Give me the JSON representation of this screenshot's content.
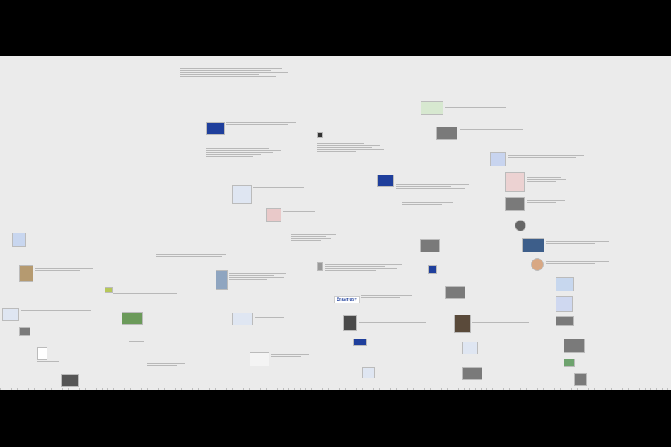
{
  "canvas": {
    "background": "#ebebeb",
    "frame_color": "#000000"
  },
  "nodes": [
    {
      "id": "n1",
      "title": "",
      "lines": 9
    },
    {
      "id": "n2",
      "title": "",
      "lines": 7
    },
    {
      "id": "n3",
      "title": "",
      "lines": 4
    },
    {
      "id": "n4",
      "title": "",
      "lines": 6
    },
    {
      "id": "n5",
      "title": "",
      "lines": 5
    },
    {
      "id": "n6",
      "title": "",
      "lines": 5
    },
    {
      "id": "n7",
      "title": "",
      "lines": 6
    },
    {
      "id": "n8",
      "title": "",
      "lines": 5
    },
    {
      "id": "n9",
      "title": "",
      "lines": 4
    },
    {
      "id": "n10",
      "title": "",
      "lines": 5
    },
    {
      "id": "n11",
      "title": "",
      "lines": 4
    },
    {
      "id": "n12",
      "title": "",
      "lines": 4
    },
    {
      "id": "n13",
      "title": "",
      "lines": 6
    },
    {
      "id": "n14",
      "title": "",
      "lines": 3
    },
    {
      "id": "n15",
      "title": "",
      "lines": 5
    },
    {
      "id": "n16",
      "title": "",
      "lines": 5
    },
    {
      "id": "n17",
      "title": "",
      "lines": 4
    },
    {
      "id": "n18",
      "title": "",
      "lines": 4
    },
    {
      "id": "n19",
      "title": "",
      "lines": 4
    },
    {
      "id": "n20",
      "title": "",
      "lines": 3
    }
  ],
  "logos": {
    "erasmus": "Erasmus+"
  }
}
